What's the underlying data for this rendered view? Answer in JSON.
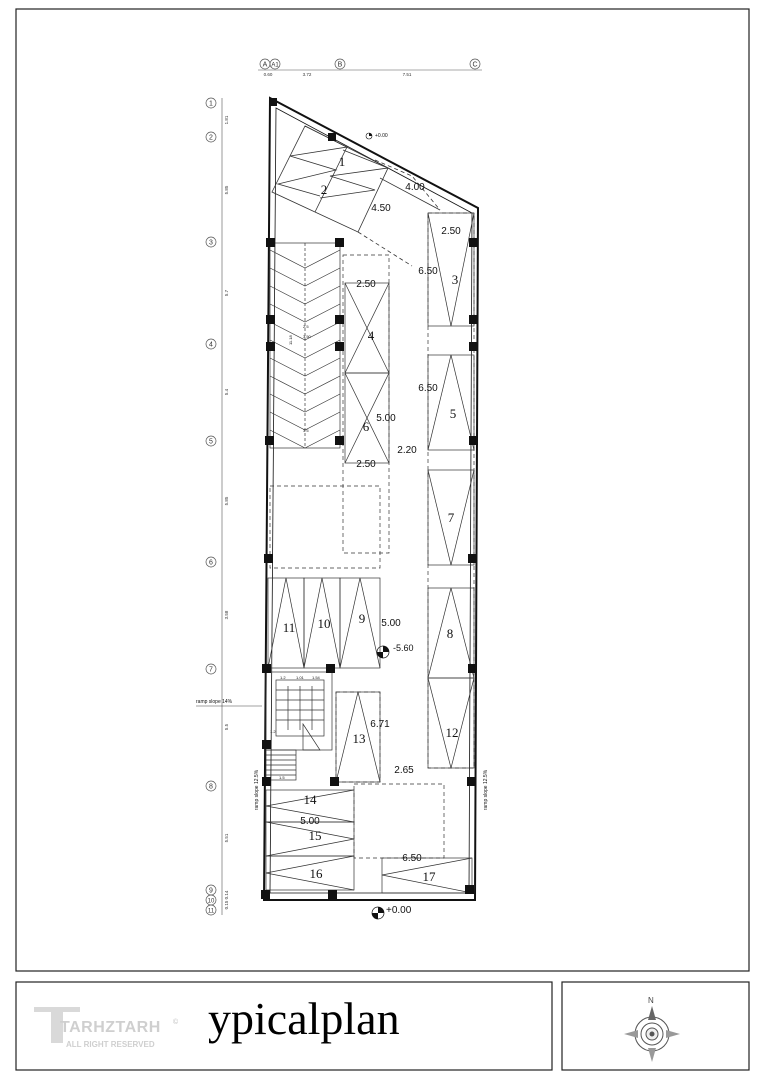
{
  "title_block": {
    "title": "ypicalplan",
    "logo_text": "TARHZTARH",
    "logo_subtext": "ALL RIGHT RESERVED",
    "copyright_symbol": "©",
    "north_label": "N"
  },
  "grid_columns": [
    "A",
    "A1",
    "B",
    "C"
  ],
  "grid_column_dims": [
    "0.60",
    "3.72",
    "7.51"
  ],
  "grid_rows": [
    "1",
    "2",
    "3",
    "4",
    "5",
    "6",
    "7",
    "8",
    "9",
    "10",
    "11"
  ],
  "grid_row_dims": [
    "1.81",
    "5.85",
    "5.7",
    "5.4",
    "5.85",
    "3.58",
    "5.5",
    "5.51",
    "0.14",
    "0.15"
  ],
  "levels": {
    "top": "+0.00",
    "bottom": "+0.00",
    "ramp": "-5.60"
  },
  "parking_numbers": [
    "1",
    "2",
    "3",
    "4",
    "5",
    "6",
    "7",
    "8",
    "9",
    "10",
    "11",
    "12",
    "13",
    "14",
    "15",
    "16",
    "17"
  ],
  "dimensions": {
    "d_400": "4.00",
    "d_450": "4.50",
    "d_250a": "2.50",
    "d_650a": "6.50",
    "d_250b": "2.50",
    "d_650b": "6.50",
    "d_500a": "5.00",
    "d_220": "2.20",
    "d_250c": "2.50",
    "d_500b": "5.00",
    "d_671": "6.71",
    "d_265": "2.65",
    "d_500c": "5.00",
    "d_650c": "6.50"
  },
  "annotations": {
    "stair_note": "ramp slope 14%",
    "side_note_left": "ramp slope 12.5%",
    "side_note_right": "ramp slope 12.5%",
    "ramp_dims": [
      "2.5",
      "3.5",
      "11.18",
      "3.50"
    ],
    "stair_dims": [
      "1.2",
      "1.01",
      "1.54",
      "1.2",
      "1.5"
    ]
  }
}
